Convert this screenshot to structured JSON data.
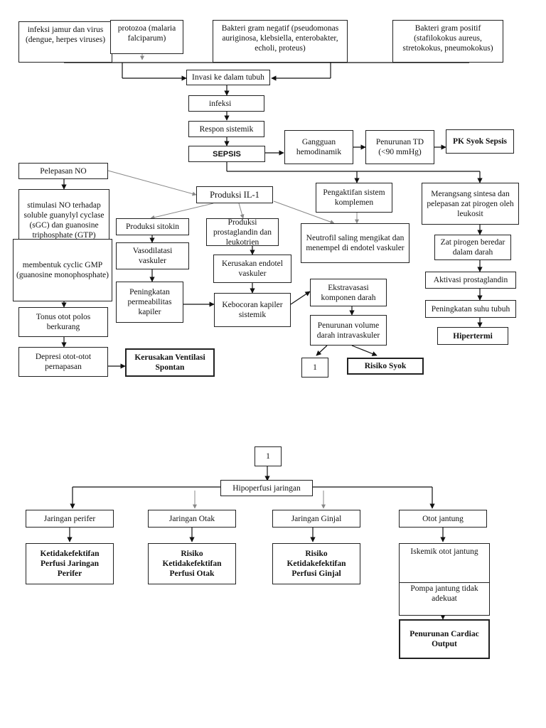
{
  "top": {
    "sources": {
      "jamur": "infeksi jamur dan virus (dengue, herpes viruses)",
      "protozoa": "protozoa (malaria falciparum)",
      "gram_neg": "Bakteri gram negatif (pseudomonas auriginosa, klebsiella, enterobakter, echoli, proteus)",
      "gram_pos": "Bakteri gram positif (stafilokokus aureus, stretokokus, pneumokokus)"
    },
    "invasi": "Invasi ke dalam tubuh",
    "infeksi": "infeksi",
    "respon": "Respon sistemik",
    "sepsis": "SEPSIS",
    "gangguan": "Gangguan hemodinamik",
    "penurunan_td": "Penurunan TD (<90 mmHg)",
    "pk_syok": "PK Syok Sepsis",
    "pelepasan_no": "Pelepasan NO",
    "stimulasi_no": "stimulasi NO terhadap soluble guanylyl cyclase (sGC) dan guanosine triphosphate (GTP)",
    "cyclic_gmp": "membentuk cyclic GMP (guanosine monophosphate)",
    "tonus": "Tonus otot polos berkurang",
    "depresi": "Depresi otot-otot pernapasan",
    "kerusakan_ventilasi": "Kerusakan Ventilasi Spontan",
    "produksi_il1": "Produksi IL-1",
    "produksi_sitokin": "Produksi sitokin",
    "vasodilatasi": "Vasodilatasi vaskuler",
    "permeabilitas": "Peningkatan permeabilitas kapiler",
    "prostaglandin": "Produksi prostaglandin dan  leukotrien",
    "kerusakan_endotel": "Kerusakan endotel vaskuler",
    "kebocoran": "Kebocoran kapiler sistemik",
    "neutrofil": "Neutrofil saling mengikat dan menempel di endotel vaskuler",
    "komplemen": "Pengaktifan sistem komplemen",
    "ekstravasasi": "Ekstravasasi komponen darah",
    "penurunan_volume": "Penurunan volume darah intravaskuler",
    "connector_1": "1",
    "risiko_syok": "Risiko Syok",
    "merangsang": "Merangsang sintesa dan pelepasan zat pirogen oleh leukosit",
    "zat_pirogen": "Zat pirogen beredar dalam darah",
    "aktivasi": "Aktivasi prostaglandin",
    "suhu": "Peningkatan suhu tubuh",
    "hipertermi": "Hipertermi"
  },
  "bottom": {
    "connector_1": "1",
    "hipoperfusi": "Hipoperfusi jaringan",
    "perifer": "Jaringan perifer",
    "otak": "Jaringan Otak",
    "ginjal": "Jaringan Ginjal",
    "jantung": "Otot jantung",
    "dx_perifer": "Ketidakefektifan Perfusi Jaringan Perifer",
    "dx_otak": "Risiko Ketidakefektifan Perfusi Otak",
    "dx_ginjal": "Risiko Ketidakefektifan Perfusi Ginjal",
    "iskemik": "Iskemik otot jantung",
    "pompa": "Pompa jantung tidak adekuat",
    "cardiac_output": "Penurunan Cardiac Output"
  }
}
